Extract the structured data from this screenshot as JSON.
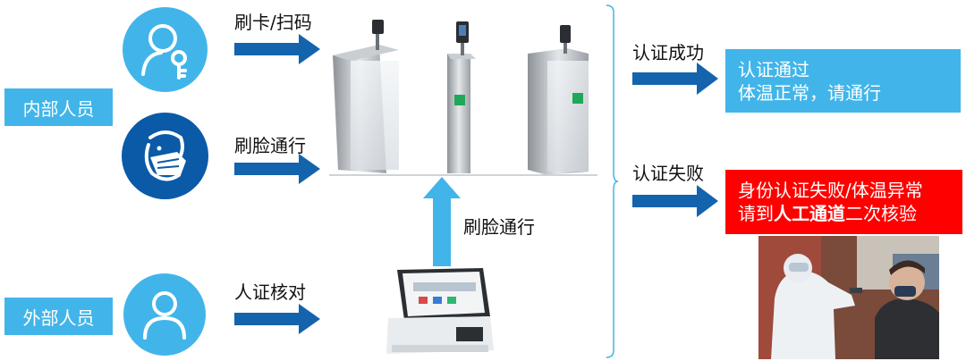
{
  "groups": {
    "internal": "内部人员",
    "external": "外部人员"
  },
  "steps": {
    "card_scan": "刷卡/扫码",
    "face_pass_top": "刷脸通行",
    "face_pass_bottom": "刷脸通行",
    "id_verify": "人证核对"
  },
  "status": {
    "success_label": "认证成功",
    "fail_label": "认证失败"
  },
  "messages": {
    "success_line1": "认证通过",
    "success_line2": "体温正常，请通行",
    "fail_line1": "身份认证失败/体温异常",
    "fail_line2_prefix": "请到",
    "fail_line2_bold": "人工通道",
    "fail_line2_suffix": "二次核验"
  },
  "icons": {
    "card": "key-person-icon",
    "face": "masked-face-icon",
    "external": "person-icon",
    "arrow": "arrow-right-icon"
  },
  "colors": {
    "light_blue": "#41b5ea",
    "dark_blue": "#0a5aa8",
    "arrow_blue": "#1463ad",
    "alert_red": "#ff0000"
  }
}
